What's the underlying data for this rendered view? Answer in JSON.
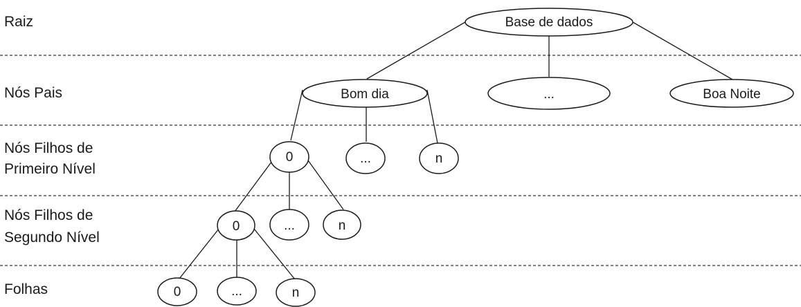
{
  "levels": {
    "root": "Raiz",
    "parents_1": "Nós Pais",
    "first_children_1": "Nós Filhos de",
    "first_children_2": "Primeiro Nível",
    "second_children_1": "Nós Filhos de",
    "second_children_2": "Segundo Nível",
    "leaves": "Folhas"
  },
  "nodes": {
    "root": "Base de dados",
    "parent_a": "Bom dia",
    "parent_b": "...",
    "parent_c": "Boa Noite",
    "first_a": "0",
    "first_b": "...",
    "first_c": "n",
    "second_a": "0",
    "second_b": "...",
    "second_c": "n",
    "leaf_a": "0",
    "leaf_b": "...",
    "leaf_c": "n"
  }
}
